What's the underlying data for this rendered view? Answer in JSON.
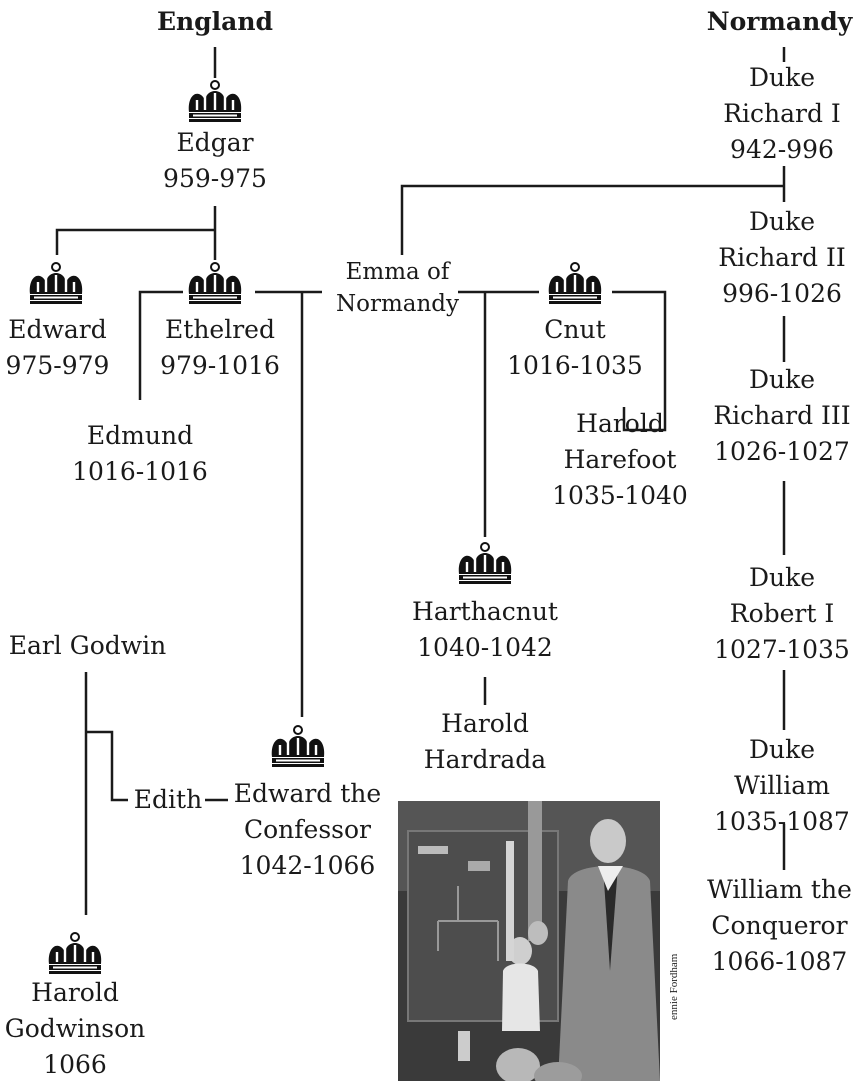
{
  "headers": {
    "england": "England",
    "normandy": "Normandy"
  },
  "people": {
    "edgar": [
      "Edgar",
      "959-975"
    ],
    "edward": [
      "Edward",
      "975-979"
    ],
    "ethelred": [
      "Ethelred",
      "979-1016"
    ],
    "edmund": [
      "Edmund",
      "1016-1016"
    ],
    "emma": [
      "Emma of",
      "Normandy"
    ],
    "cnut": [
      "Cnut",
      "1016-1035"
    ],
    "harold_harefoot": [
      "Harold",
      "Harefoot",
      "1035-1040"
    ],
    "harthacnut": [
      "Harthacnut",
      "1040-1042"
    ],
    "harold_hardrada": [
      "Harold",
      "Hardrada"
    ],
    "earl_godwin": [
      "Earl Godwin"
    ],
    "edith": [
      "Edith"
    ],
    "edward_confessor": [
      "Edward the",
      "Confessor",
      "1042-1066"
    ],
    "harold_godwinson": [
      "Harold",
      "Godwinson",
      "1066"
    ],
    "richard1": [
      "Duke",
      "Richard I",
      "942-996"
    ],
    "richard2": [
      "Duke",
      "Richard II",
      "996-1026"
    ],
    "richard3": [
      "Duke",
      "Richard III",
      "1026-1027"
    ],
    "robert1": [
      "Duke",
      "Robert I",
      "1027-1035"
    ],
    "william_duke": [
      "Duke",
      "William",
      "1035-1087"
    ],
    "william_conqueror": [
      "William the",
      "Conqueror",
      "1066-1087"
    ]
  },
  "photo": {
    "credit": "ennie Fordham"
  },
  "icons": {
    "crown": "crown-icon"
  }
}
